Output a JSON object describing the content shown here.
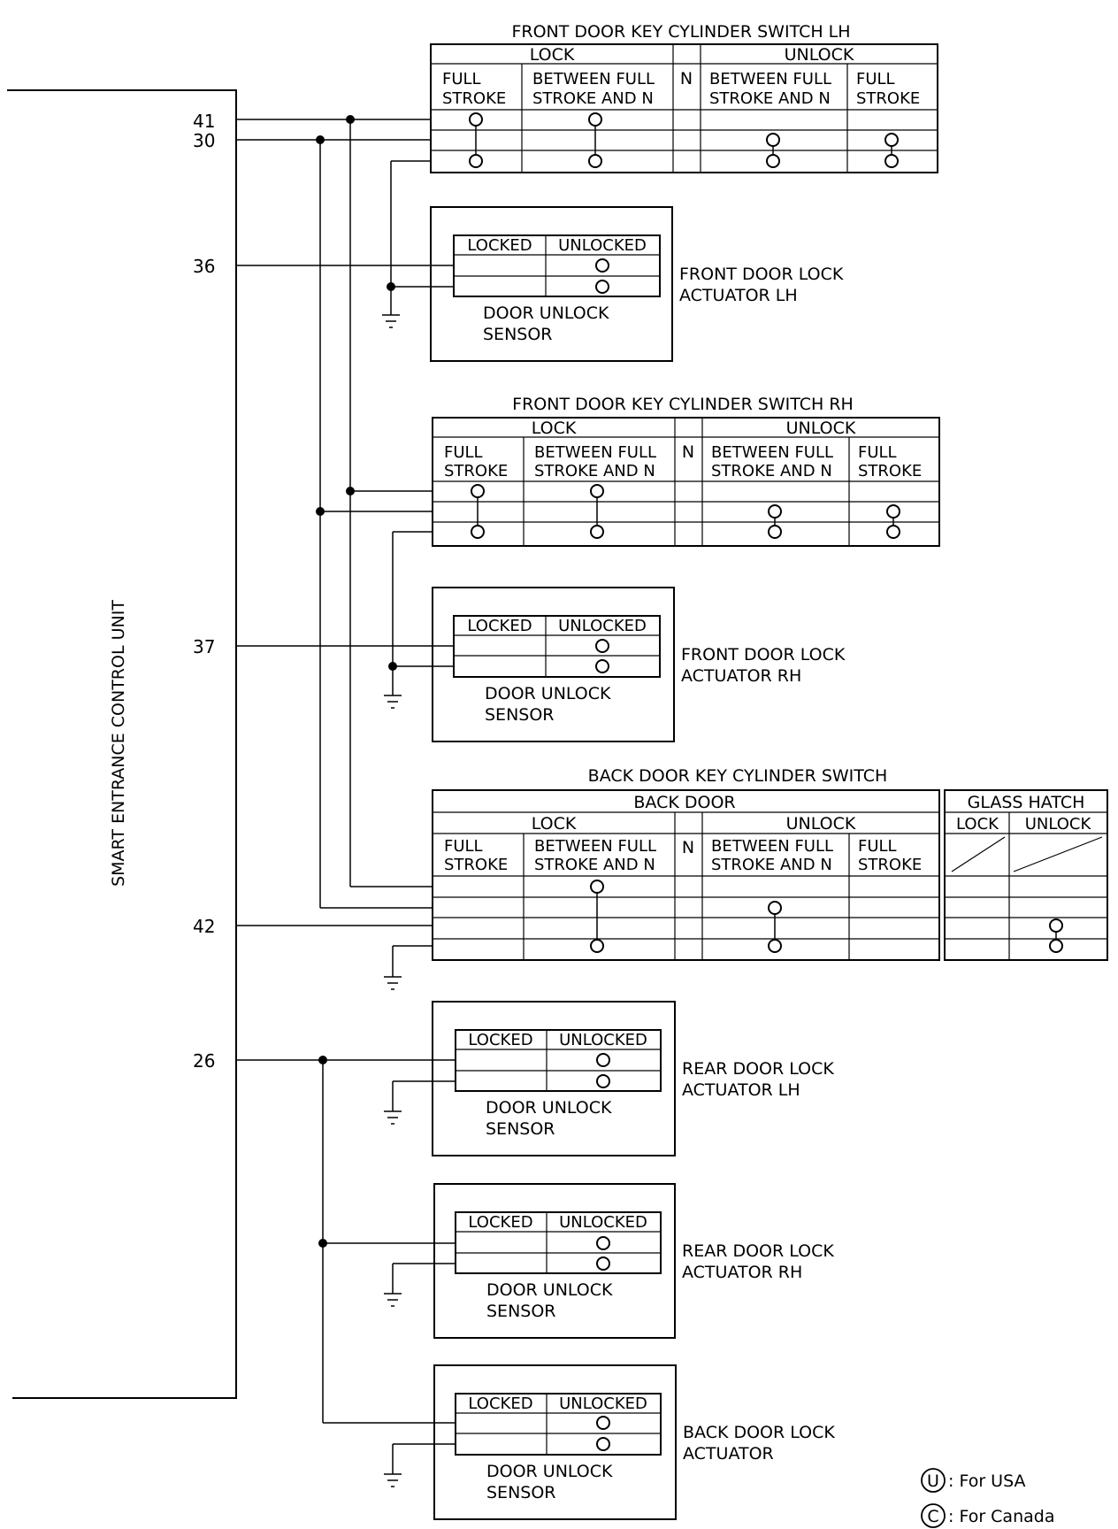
{
  "control_unit": {
    "label": "SMART ENTRANCE CONTROL UNIT",
    "terminals": [
      "41",
      "30",
      "36",
      "37",
      "42",
      "26"
    ]
  },
  "front_lh_switch": {
    "title": "FRONT DOOR KEY CYLINDER SWITCH LH",
    "lock": "LOCK",
    "unlock": "UNLOCK",
    "n": "N",
    "cols": [
      [
        "FULL",
        "STROKE"
      ],
      [
        "BETWEEN FULL",
        "STROKE AND N"
      ],
      [
        "BETWEEN FULL",
        "STROKE AND N"
      ],
      [
        "FULL",
        "STROKE"
      ]
    ]
  },
  "front_lh_actuator": {
    "locked": "LOCKED",
    "unlocked": "UNLOCKED",
    "sensor": [
      "DOOR UNLOCK",
      "SENSOR"
    ],
    "name": [
      "FRONT DOOR LOCK",
      "ACTUATOR LH"
    ]
  },
  "front_rh_switch": {
    "title": "FRONT DOOR KEY CYLINDER SWITCH RH",
    "lock": "LOCK",
    "unlock": "UNLOCK",
    "n": "N",
    "cols": [
      [
        "FULL",
        "STROKE"
      ],
      [
        "BETWEEN FULL",
        "STROKE AND N"
      ],
      [
        "BETWEEN FULL",
        "STROKE AND N"
      ],
      [
        "FULL",
        "STROKE"
      ]
    ]
  },
  "front_rh_actuator": {
    "locked": "LOCKED",
    "unlocked": "UNLOCKED",
    "sensor": [
      "DOOR UNLOCK",
      "SENSOR"
    ],
    "name": [
      "FRONT DOOR LOCK",
      "ACTUATOR RH"
    ]
  },
  "back_switch": {
    "title": "BACK DOOR KEY CYLINDER SWITCH",
    "back_door": "BACK DOOR",
    "glass_hatch": "GLASS HATCH",
    "lock": "LOCK",
    "unlock": "UNLOCK",
    "gh_lock": "LOCK",
    "gh_unlock": "UNLOCK",
    "n": "N",
    "cols": [
      [
        "FULL",
        "STROKE"
      ],
      [
        "BETWEEN FULL",
        "STROKE AND N"
      ],
      [
        "BETWEEN FULL",
        "STROKE AND N"
      ],
      [
        "FULL",
        "STROKE"
      ]
    ]
  },
  "rear_lh_actuator": {
    "locked": "LOCKED",
    "unlocked": "UNLOCKED",
    "sensor": [
      "DOOR UNLOCK",
      "SENSOR"
    ],
    "name": [
      "REAR DOOR LOCK",
      "ACTUATOR LH"
    ]
  },
  "rear_rh_actuator": {
    "locked": "LOCKED",
    "unlocked": "UNLOCKED",
    "sensor": [
      "DOOR UNLOCK",
      "SENSOR"
    ],
    "name": [
      "REAR DOOR LOCK",
      "ACTUATOR RH"
    ]
  },
  "back_actuator": {
    "locked": "LOCKED",
    "unlocked": "UNLOCKED",
    "sensor": [
      "DOOR UNLOCK",
      "SENSOR"
    ],
    "name": [
      "BACK DOOR LOCK",
      "ACTUATOR"
    ]
  },
  "legend": [
    {
      "symbol": "U",
      "text": ": For USA"
    },
    {
      "symbol": "C",
      "text": ": For Canada"
    }
  ]
}
